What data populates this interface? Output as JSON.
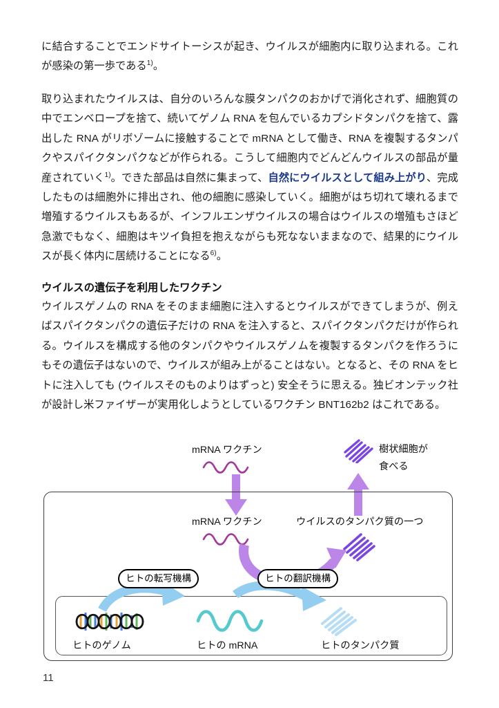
{
  "document": {
    "page_number": "11",
    "paragraphs": [
      {
        "id": "p1",
        "segments": [
          {
            "text": "に結合することでエンドサイトーシスが起き、ウイルスが細胞内に取り込まれる。これが感染の第一歩である",
            "style": "normal"
          },
          {
            "text": "1)",
            "style": "superscript"
          },
          {
            "text": "。",
            "style": "normal"
          }
        ]
      },
      {
        "id": "p2",
        "segments": [
          {
            "text": "取り込まれたウイルスは、自分のいろんな膜タンパクのおかげで消化されず、細胞質の中でエンベロープを捨て、続いてゲノム RNA を包んでいるカプシドタンパクを捨て、露出した RNA がリボゾームに接触することで mRNA として働き、RNA を複製するタンパクやスパイクタンパクなどが作られる。こうして細胞内でどんどんウイルスの部品が量産されていく",
            "style": "normal"
          },
          {
            "text": "1)",
            "style": "superscript"
          },
          {
            "text": "。できた部品は自然に集まって、",
            "style": "normal"
          },
          {
            "text": "自然にウイルスとして組み上がり",
            "style": "highlight"
          },
          {
            "text": "、完成したものは細胞外に排出され、他の細胞に感染していく。細胞がはち切れて壊れるまで増殖するウイルスもあるが、インフルエンザウイルスの場合はウイルスの増殖もさほど急激でもなく、細胞はキツイ負担を抱えながらも死なないままなので、結果的にウイルスが長く体内に居続けることになる",
            "style": "normal"
          },
          {
            "text": "6)",
            "style": "superscript"
          },
          {
            "text": "。",
            "style": "normal"
          }
        ]
      }
    ],
    "section_heading": "ウイルスの遺伝子を利用したワクチン",
    "paragraph3": "ウイルスゲノムの RNA をそのまま細胞に注入するとウイルスができてしまうが、例えばスパイクタンパクの遺伝子だけの RNA を注入すると、スパイクタンパクだけが作られる。ウイルスを構成する他のタンパクやウイルスゲノムを複製するタンパクを作ろうにもその遺伝子はないので、ウイルスが組み上がることはない。となると、その RNA をヒトに注入しても (ウイルスそのものよりはずっと) 安全そうに思える。独ビオンテック社が設計し米ファイザーが実用化しようとしているワクチン BNT162b2 はこれである。"
  },
  "figure": {
    "labels": {
      "vaccine_outside": "mRNA ワクチン",
      "dendritic_cell": "樹状細胞が\n食べる",
      "dendritic_cell_line1": "樹状細胞が",
      "dendritic_cell_line2": "食べる",
      "vaccine_inside": "mRNA ワクチン",
      "viral_protein": "ウイルスのタンパク質の一つ",
      "human_genome": "ヒトのゲノム",
      "human_mrna": "ヒトの mRNA",
      "human_protein": "ヒトのタンパク質",
      "transcription_machinery": "ヒトの転写機構",
      "translation_machinery": "ヒトの翻訳機構"
    },
    "icons": {
      "vaccine_rna_squiggle": "rna-squiggle-icon",
      "viral_protein_blob": "viral-protein-icon",
      "dna_helix": "dna-helix-icon",
      "human_mrna_squiggle": "mrna-squiggle-icon",
      "human_protein_blob": "human-protein-icon",
      "arrow_down_in": "arrow-down-icon",
      "arrow_up_out": "arrow-up-icon",
      "arrow_curve_translation_viral": "curved-arrow-icon",
      "arrow_curve_transcription": "curved-arrow-icon",
      "arrow_curve_translation": "curved-arrow-icon"
    },
    "colors": {
      "purple_arrow": "#bb86e8",
      "purple_protein": "#7a45e0",
      "magenta_rna": "#a4379e",
      "cyan_rna": "#55c9ce",
      "blue_arrow": "#93cdef",
      "blue_protein": "#b6ddf5",
      "box_border": "#3d3d3d",
      "pill_border": "#000000",
      "highlight_text": "#1b3a8c"
    }
  }
}
